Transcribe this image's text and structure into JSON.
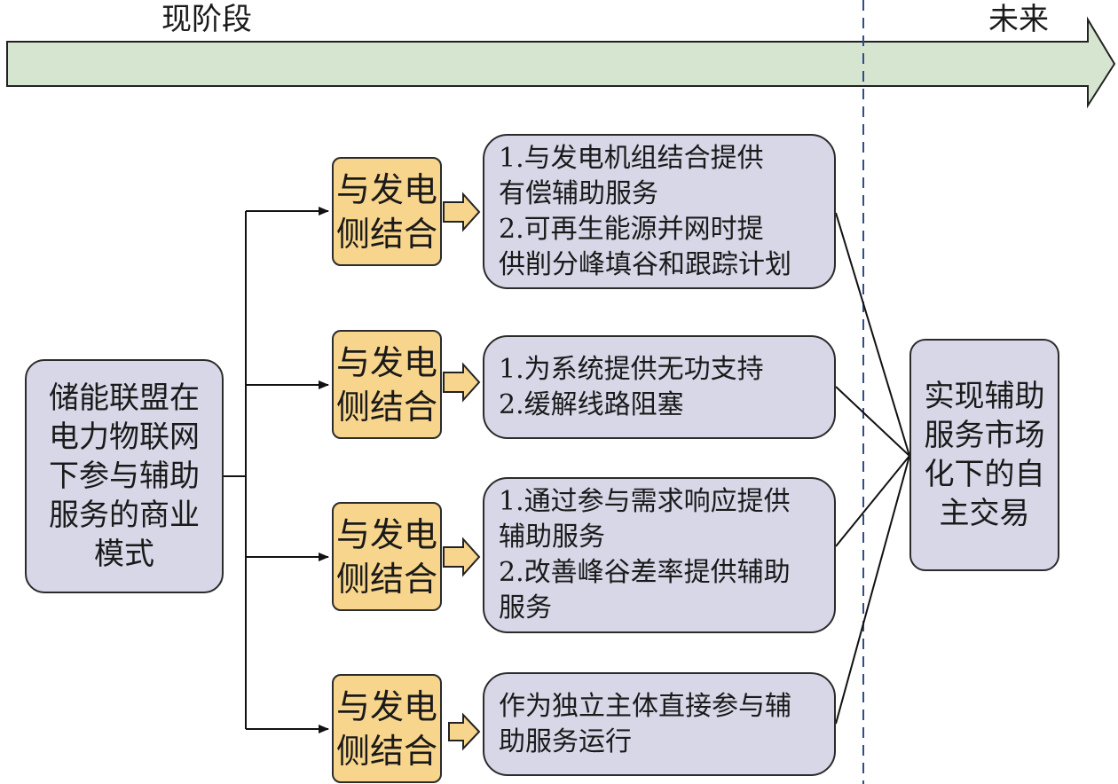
{
  "timeline": {
    "current": "现阶段",
    "future": "未来"
  },
  "source": {
    "lines": [
      "储能联盟在",
      "电力物联网",
      "下参与辅助",
      "服务的商业",
      "模式"
    ]
  },
  "branches": [
    {
      "tag": [
        "与发电",
        "侧结合"
      ],
      "items": [
        "1.与发电机组结合提供",
        "有偿辅助服务",
        "2.可再生能源并网时提",
        "供削分峰填谷和跟踪计划"
      ]
    },
    {
      "tag": [
        "与发电",
        "侧结合"
      ],
      "items": [
        "1.为系统提供无功支持",
        "2.缓解线路阻塞"
      ]
    },
    {
      "tag": [
        "与发电",
        "侧结合"
      ],
      "items": [
        "1.通过参与需求响应提供",
        "辅助服务",
        "2.改善峰谷差率提供辅助",
        "服务"
      ]
    },
    {
      "tag": [
        "与发电",
        "侧结合"
      ],
      "items": [
        "作为独立主体直接参与辅",
        "助服务运行"
      ]
    }
  ],
  "target": {
    "lines": [
      "实现辅助",
      "服务市场",
      "化下的自",
      "主交易"
    ]
  },
  "colors": {
    "arrow_fill": "#d6e5cf",
    "tag_fill": "#f8d58c",
    "box_fill": "#d8d7e8",
    "divider": "#2d4e8c"
  }
}
